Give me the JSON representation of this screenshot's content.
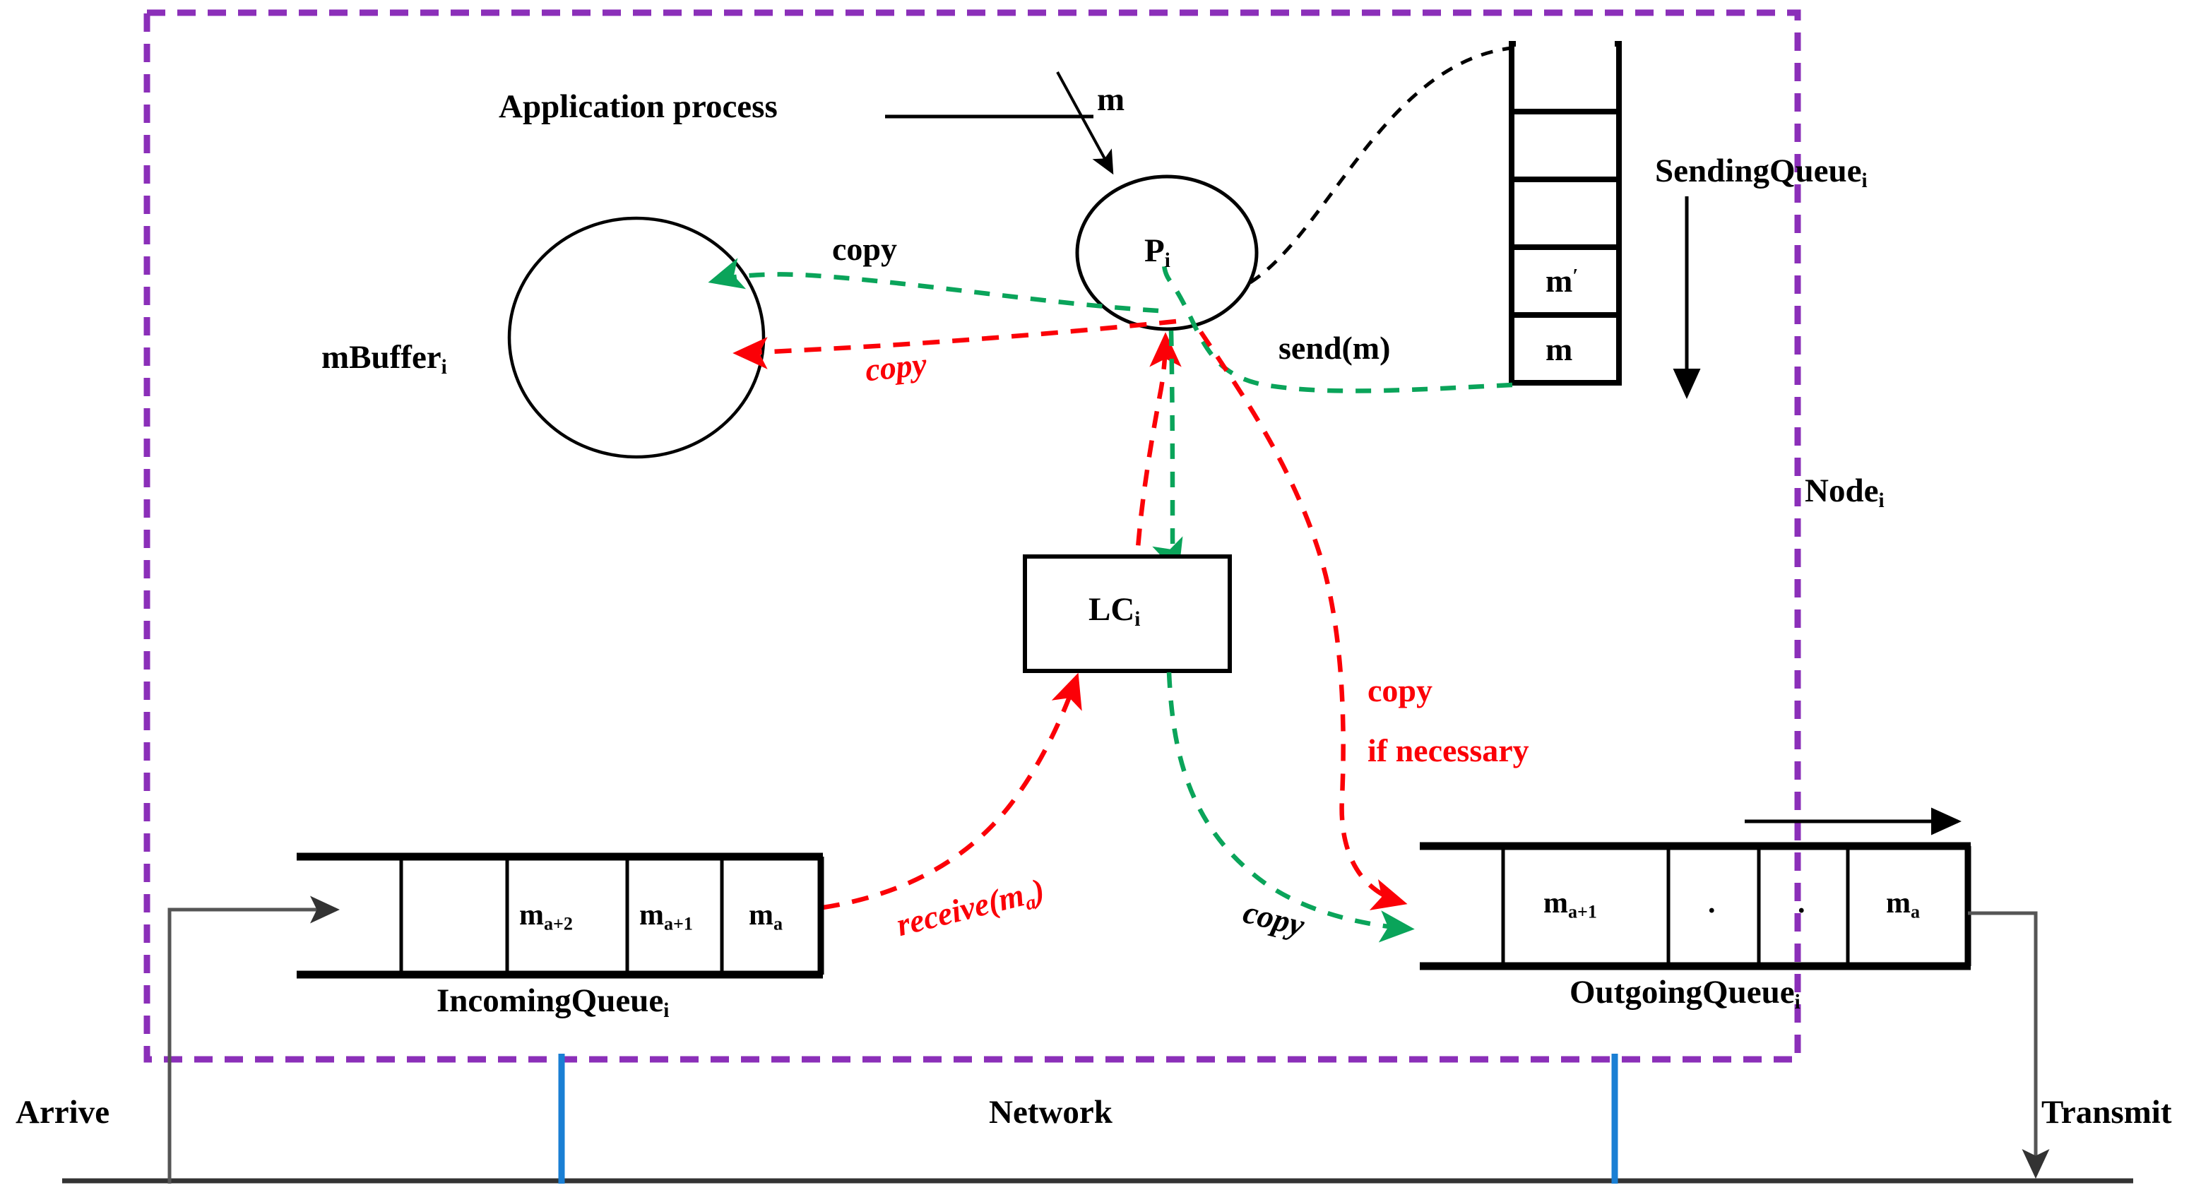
{
  "diagram": {
    "title_note": "Node message-passing architecture",
    "node_label": {
      "base": "Node",
      "sub": "i"
    },
    "colors": {
      "node_border": "#8b2fb9",
      "copy_red": "#fb0007",
      "copy_green": "#0aa45a",
      "network_blue": "#1a7fd4",
      "black": "#000000"
    }
  },
  "labels": {
    "application_process": "Application process",
    "message_m": "m",
    "process": {
      "base": "P",
      "sub": "i"
    },
    "mbuffer": {
      "base": "mBuffer",
      "sub": "i"
    },
    "logical_clock": {
      "base": "LC",
      "sub": "i"
    },
    "sending_queue": {
      "base": "SendingQueue",
      "sub": "i"
    },
    "incoming_queue": {
      "base": "IncomingQueue",
      "sub": "i"
    },
    "outgoing_queue": {
      "base": "OutgoingQueue",
      "sub": "i"
    },
    "copy_top_black": "copy",
    "copy_mid_red": "copy",
    "copy_bottom_black": "copy",
    "copy_if_necessary_line1": "copy",
    "copy_if_necessary_line2": "if necessary",
    "send_m": "send(m)",
    "receive_ma": {
      "prefix": "receive(m",
      "sub": "a",
      "suffix": ")"
    },
    "arrive": "Arrive",
    "transmit": "Transmit",
    "network": "Network"
  },
  "sending_queue": {
    "orientation": "vertical",
    "cells": [
      {
        "text": "",
        "sup": ""
      },
      {
        "text": "",
        "sup": ""
      },
      {
        "text": "",
        "sup": ""
      },
      {
        "text": "m",
        "sup": "′"
      },
      {
        "text": "m",
        "sup": ""
      }
    ]
  },
  "incoming_queue": {
    "orientation": "horizontal",
    "cells": [
      {
        "base": "",
        "sub": ""
      },
      {
        "base": "m",
        "sub": "a+2"
      },
      {
        "base": "m",
        "sub": "a+1"
      },
      {
        "base": "m",
        "sub": "a"
      }
    ]
  },
  "outgoing_queue": {
    "orientation": "horizontal",
    "cells": [
      {
        "base": "m",
        "sub": "a+1"
      },
      {
        "base": ".",
        "sub": ""
      },
      {
        "base": ".",
        "sub": ""
      },
      {
        "base": "m",
        "sub": "a"
      }
    ]
  },
  "flows": [
    {
      "name": "m-into-process",
      "color": "#000000",
      "style": "solid",
      "label": "m"
    },
    {
      "name": "process-to-sendingqueue",
      "color": "#000000",
      "style": "dashed",
      "label": ""
    },
    {
      "name": "sendingqueue-to-process-send",
      "color": "#0aa45a",
      "style": "dashed",
      "label": "send(m)"
    },
    {
      "name": "process-to-mbuffer-copy-green",
      "color": "#0aa45a",
      "style": "dashed",
      "label": "copy"
    },
    {
      "name": "lc-to-mbuffer-copy-red",
      "color": "#fb0007",
      "style": "dashed",
      "label": "copy"
    },
    {
      "name": "process-to-lc",
      "color": "#0aa45a",
      "style": "dashed",
      "label": ""
    },
    {
      "name": "incomingqueue-to-lc-receive",
      "color": "#fb0007",
      "style": "dashed",
      "label": "receive(m_a)"
    },
    {
      "name": "lc-to-outgoingqueue-copy",
      "color": "#0aa45a",
      "style": "dashed",
      "label": "copy"
    },
    {
      "name": "process-to-outgoingqueue-copy-if-necessary",
      "color": "#fb0007",
      "style": "dashed",
      "label": "copy if necessary"
    },
    {
      "name": "network-arrive",
      "color": "#555555",
      "style": "solid",
      "label": "Arrive"
    },
    {
      "name": "network-transmit",
      "color": "#555555",
      "style": "solid",
      "label": "Transmit"
    }
  ]
}
